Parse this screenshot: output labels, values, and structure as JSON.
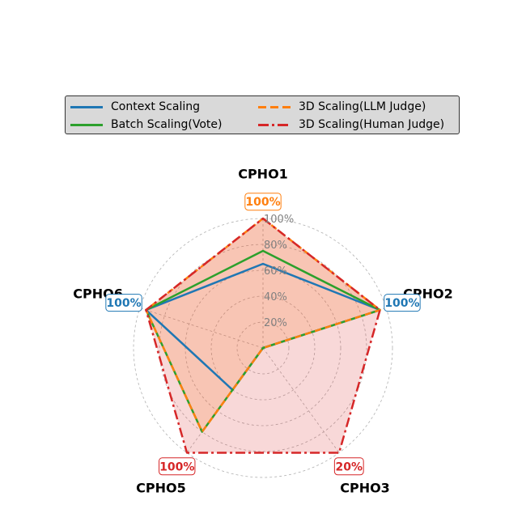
{
  "chart_data": {
    "type": "radar",
    "axes": [
      "CPHO1",
      "CPHO2",
      "CPHO3",
      "CPHO5",
      "CPHO6"
    ],
    "radial_ticks": [
      "20%",
      "40%",
      "60%",
      "80%",
      "100%"
    ],
    "rlim": [
      0,
      100
    ],
    "grid": true,
    "legend_position": "top",
    "series": [
      {
        "name": "Context Scaling",
        "values": [
          65,
          95,
          0,
          40,
          95
        ],
        "color": "#1f77b4",
        "style": "solid",
        "fill": false
      },
      {
        "name": "Batch Scaling(Vote)",
        "values": [
          75,
          95,
          0,
          80,
          95
        ],
        "color": "#2ca02c",
        "style": "solid",
        "fill": false
      },
      {
        "name": "3D Scaling(LLM Judge)",
        "values": [
          100,
          95,
          0,
          80,
          95
        ],
        "color": "#ff7f0e",
        "style": "dashed",
        "fill": true
      },
      {
        "name": "3D Scaling(Human Judge)",
        "values": [
          100,
          95,
          100,
          100,
          95
        ],
        "color": "#d62728",
        "style": "dashdot",
        "fill": true
      }
    ],
    "annotations": [
      {
        "axis": "CPHO1",
        "text": "100%",
        "color": "#ff7f0e"
      },
      {
        "axis": "CPHO2",
        "text": "100%",
        "color": "#1f77b4"
      },
      {
        "axis": "CPHO3",
        "text": "20%",
        "color": "#d62728"
      },
      {
        "axis": "CPHO5",
        "text": "100%",
        "color": "#d62728"
      },
      {
        "axis": "CPHO6",
        "text": "100%",
        "color": "#1f77b4"
      }
    ]
  }
}
